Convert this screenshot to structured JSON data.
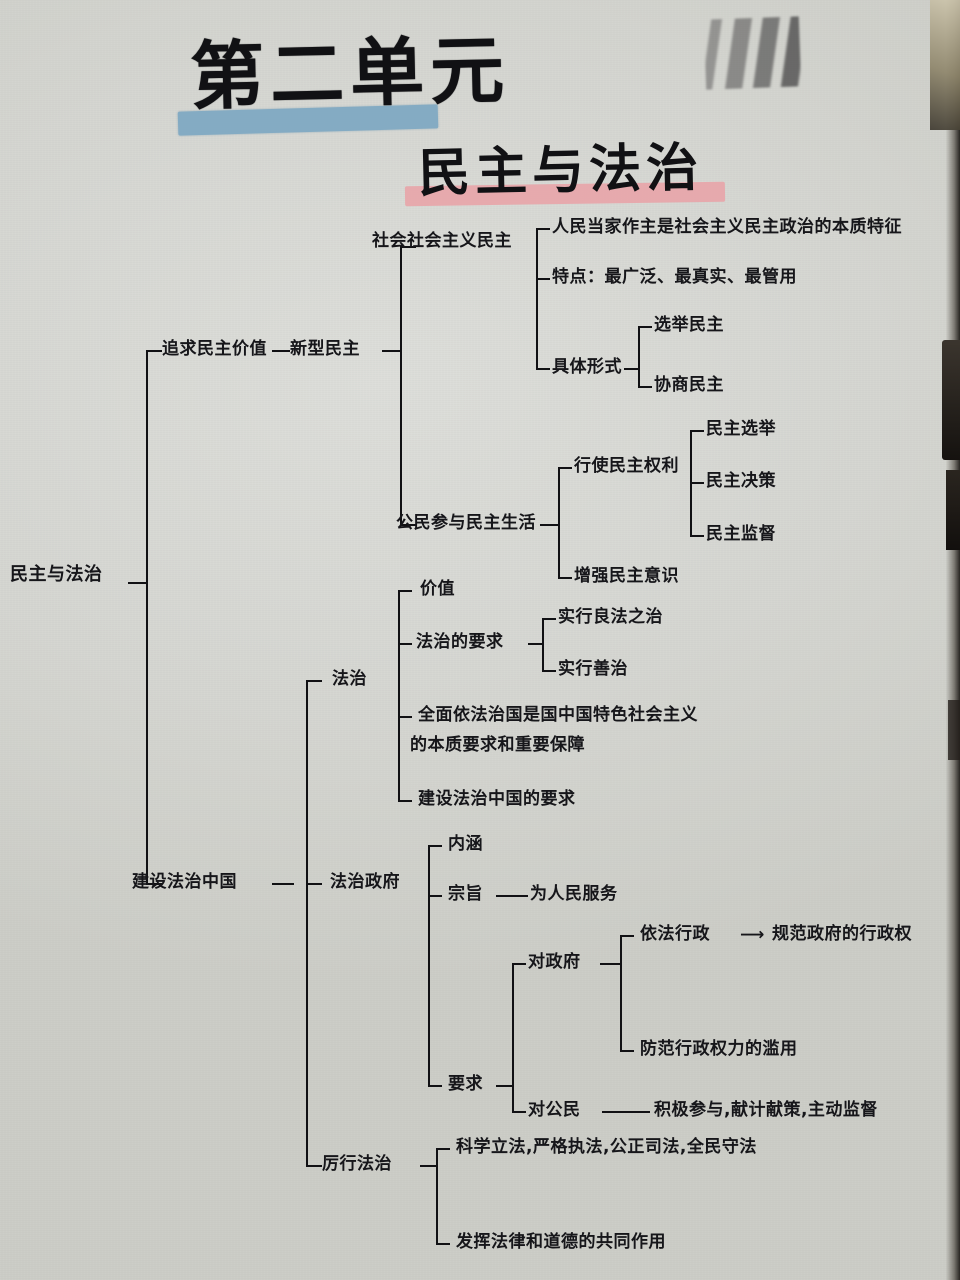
{
  "document": {
    "type": "handwritten-mindmap",
    "title_line1": "第二单元",
    "title_line2": "民主与法治",
    "highlight_blue": "#7ea8c2",
    "highlight_pink": "#e7a6aa",
    "ink_color": "#16161a",
    "paper_color": "#d7d8d3"
  },
  "root": {
    "label": "民主与法治"
  },
  "branch1": {
    "label": "追求民主价值",
    "sub_label": "新型民主",
    "topic_a": {
      "label": "社会社会主义民主",
      "items": [
        "人民当家作主是社会主义民主政治的本质特征",
        "特点：最广泛、最真实、最管用"
      ],
      "forms_label": "具体形式",
      "forms": [
        "选举民主",
        "协商民主"
      ]
    },
    "topic_b": {
      "label": "公民参与民主生活",
      "rights_label": "行使民主权利",
      "rights": [
        "民主选举",
        "民主决策",
        "民主监督"
      ],
      "awareness": "增强民主意识"
    }
  },
  "branch2": {
    "label": "建设法治中国",
    "rule_of_law": {
      "label": "法治",
      "value": "价值",
      "requirements_label": "法治的要求",
      "requirements": [
        "实行良法之治",
        "实行善治"
      ],
      "statement_line1": "全面依法治国是国中国特色社会主义",
      "statement_line2": "的本质要求和重要保障",
      "build_china": "建设法治中国的要求"
    },
    "rule_of_law_government": {
      "label": "法治政府",
      "connotation": "内涵",
      "purpose_label": "宗旨",
      "purpose_value": "为人民服务",
      "requirement_label": "要求",
      "to_government_label": "对政府",
      "to_government": [
        "依法行政",
        "规范政府的行政权",
        "防范行政权力的滥用"
      ],
      "arrow_glyph": "⟶",
      "to_citizen_label": "对公民",
      "to_citizen_value": "积极参与,献计献策,主动监督"
    },
    "strict_rule_of_law": {
      "label": "厉行法治",
      "items": [
        "科学立法,严格执法,公正司法,全民守法",
        "发挥法律和道德的共同作用"
      ]
    }
  }
}
